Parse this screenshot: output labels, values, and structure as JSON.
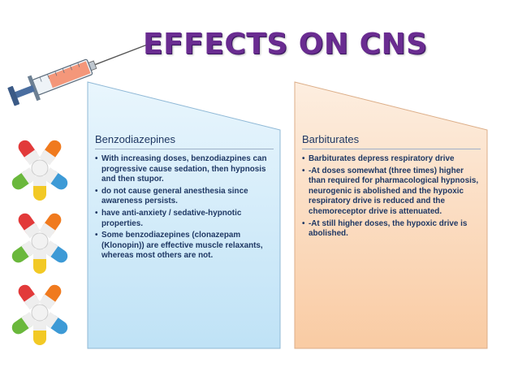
{
  "title": "EFFECTS ON CNS",
  "colors": {
    "title": "#6a2c91",
    "panel_left": "#cfe9f8",
    "panel_right": "#fbd7b5",
    "text": "#1f3864"
  },
  "icons": [
    "syringe-icon",
    "pills-icon"
  ],
  "panels": [
    {
      "heading": "Benzodiazepines",
      "bullets": [
        "With increasing doses, benzodiazpines can progressive cause sedation, then hypnosis and then stupor.",
        "do not cause general anesthesia since awareness persists.",
        "have anti-anxiety / sedative-hypnotic properties.",
        "Some benzodiazepines (clonazepam (Klonopin)) are effective muscle relaxants, whereas most others are not."
      ]
    },
    {
      "heading": "Barbiturates",
      "bullets": [
        "Barbiturates depress respiratory drive",
        "-At doses somewhat (three times) higher than required for pharmacological hypnosis, neurogenic is abolished and the hypoxic respiratory drive is reduced and the chemoreceptor drive is attenuated.",
        "-At still higher doses, the hypoxic drive is abolished."
      ]
    }
  ]
}
